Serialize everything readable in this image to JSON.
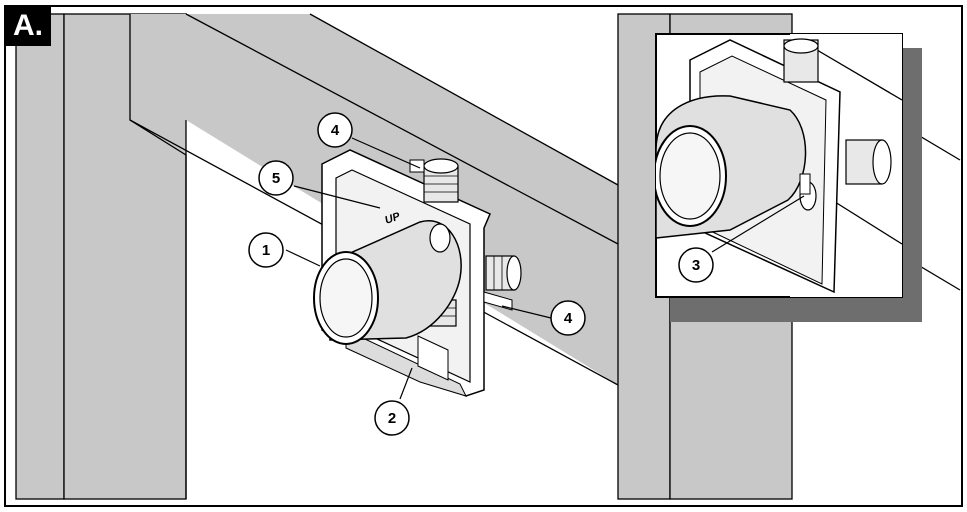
{
  "step_label": "A.",
  "callouts": [
    {
      "id": "1",
      "label": "1"
    },
    {
      "id": "2",
      "label": "2"
    },
    {
      "id": "3",
      "label": "3"
    },
    {
      "id": "4a",
      "label": "4"
    },
    {
      "id": "4b",
      "label": "4"
    },
    {
      "id": "5",
      "label": "5"
    }
  ],
  "valve_marking": "UP",
  "colors": {
    "stud_fill": "#c8c8c8",
    "outline": "#000000",
    "background": "#ffffff",
    "shadow": "#6e6e6e"
  },
  "icons": [
    "valve-body",
    "mounting-bracket",
    "inlet-fitting",
    "detail-inset"
  ]
}
